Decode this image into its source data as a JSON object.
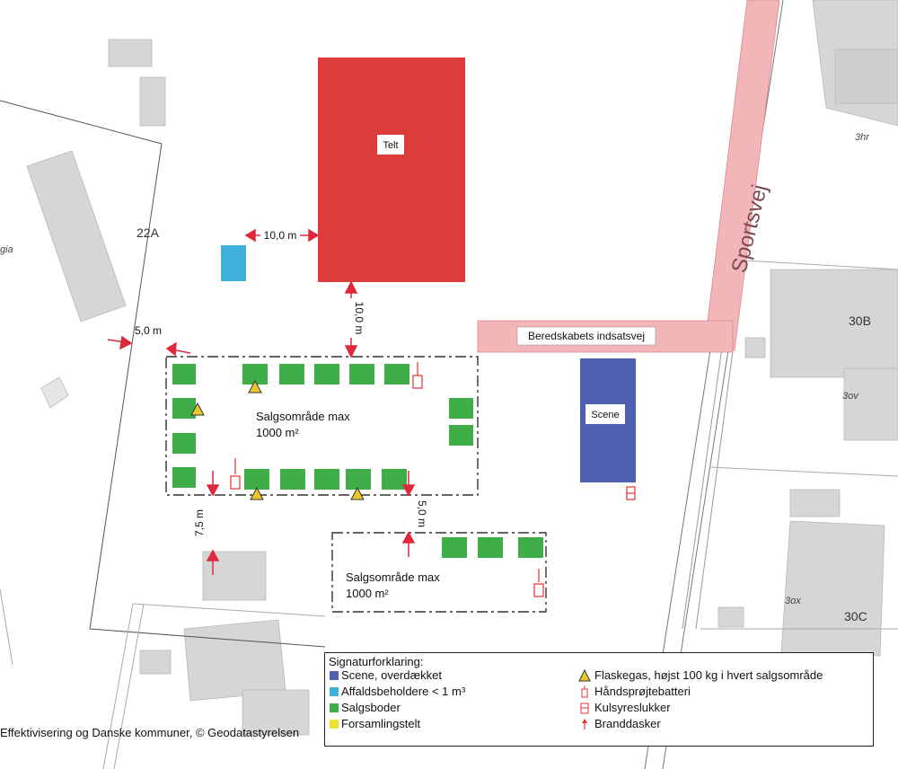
{
  "map": {
    "street_name": "Sportsvej",
    "parcel_labels": [
      "22A",
      "30B",
      "30C"
    ],
    "house_numbers": [
      "3hr",
      "3ov",
      "3ox"
    ],
    "partial_label": "gia",
    "tent_label": "Telt",
    "stage_label": "Scene",
    "access_road_label": "Beredskabets indsatsvej",
    "dimensions": {
      "tent_west": "10,0 m",
      "tent_south": "10,0 m",
      "boundary_west": "5,0 m",
      "south_left": "7,5 m",
      "south_right": "5,0 m"
    },
    "sales_area_1": {
      "line1": "Salgsområde max",
      "line2": "1000 m²"
    },
    "sales_area_2": {
      "line1": "Salgsområde max",
      "line2": "1000 m²"
    }
  },
  "legend": {
    "title": "Signaturforklaring:",
    "items": [
      {
        "label": "Scene, overdækket",
        "color": "#5060b0",
        "icon": "square"
      },
      {
        "label": "Affaldsbeholdere < 1 m³",
        "color": "#3fb0d8",
        "icon": "square"
      },
      {
        "label": "Salgsboder",
        "color": "#3fae49",
        "icon": "square"
      },
      {
        "label": "Forsamlingstelt",
        "color": "#f0e030",
        "icon": "square"
      },
      {
        "label": "Flaskegas, højst 100 kg i hvert salgsområde",
        "color": "#7a6a10",
        "icon": "gas-warning-icon"
      },
      {
        "label": "Håndsprøjtebatteri",
        "color": "#e83030",
        "icon": "hand-sprayer-icon"
      },
      {
        "label": "Kulsyreslukker",
        "color": "#e83030",
        "icon": "co2-extinguisher-icon"
      },
      {
        "label": "Branddasker",
        "color": "#e83030",
        "icon": "fire-beater-icon"
      }
    ]
  },
  "copyright": "Effektivisering og Danske kommuner, © Geodatastyrelsen",
  "colors": {
    "tent": "#dc3c3a",
    "stage": "#5060b0",
    "stall": "#3fae49",
    "waste": "#3fb0d8",
    "access_road": "#f2b5b8",
    "building": "#d6d6d6",
    "arrow": "#e0283c"
  }
}
